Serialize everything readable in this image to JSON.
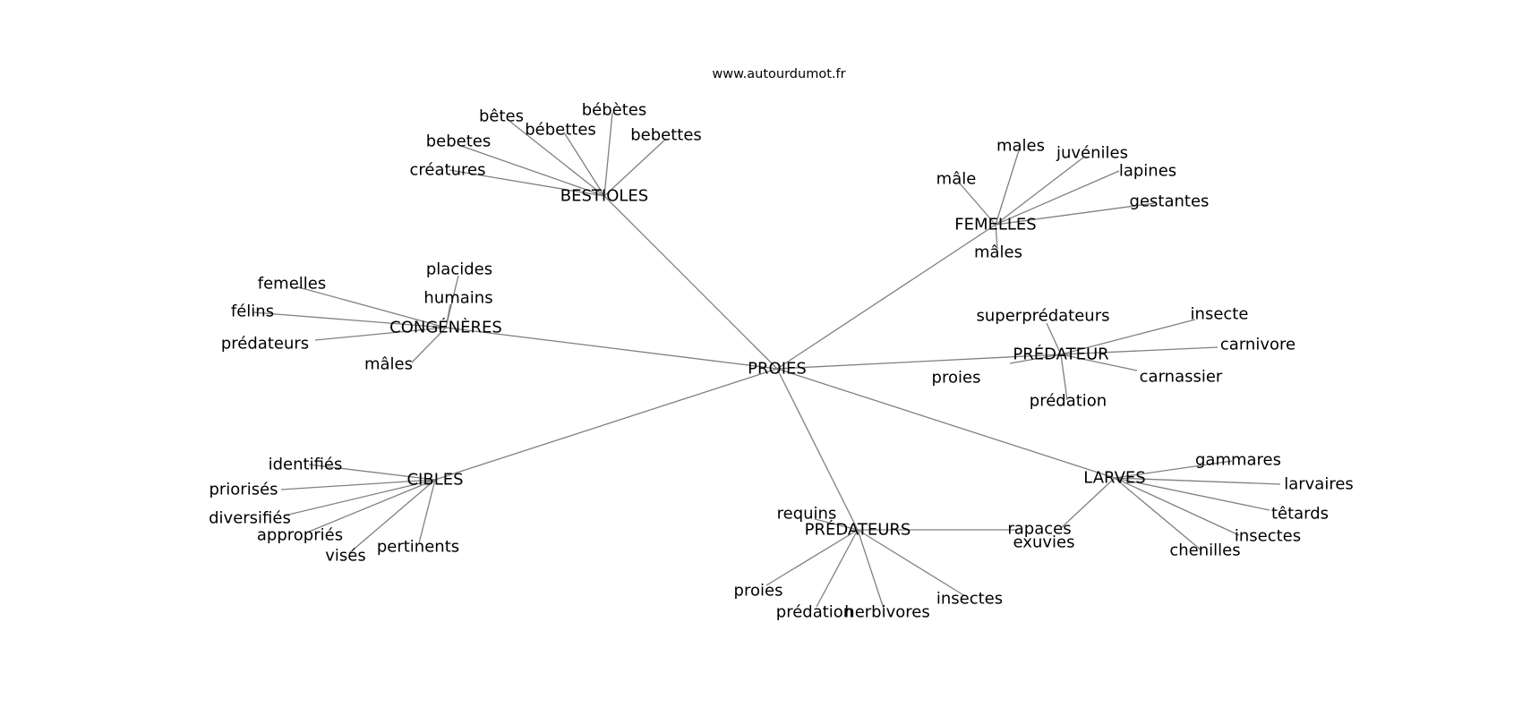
{
  "site": "www.autourdumot.fr",
  "root": "PROIES",
  "clusters": [
    {
      "id": "bestioles",
      "hub": "BESTIOLES",
      "words": [
        "bêtes",
        "bébètes",
        "bébettes",
        "bebettes",
        "bebetes",
        "créatures"
      ]
    },
    {
      "id": "femelles",
      "hub": "FEMELLES",
      "words": [
        "males",
        "juvéniles",
        "lapines",
        "gestantes",
        "mâle",
        "mâles"
      ]
    },
    {
      "id": "congeneres",
      "hub": "CONGÉNÈRES",
      "words": [
        "placides",
        "humains",
        "femelles",
        "félins",
        "prédateurs",
        "mâles"
      ]
    },
    {
      "id": "predateur",
      "hub": "PRÉDATEUR",
      "words": [
        "superprédateurs",
        "insecte",
        "carnivore",
        "carnassier",
        "prédation",
        "proies"
      ]
    },
    {
      "id": "cibles",
      "hub": "CIBLES",
      "words": [
        "identifiés",
        "priorisés",
        "diversifiés",
        "appropriés",
        "visés",
        "pertinents"
      ]
    },
    {
      "id": "larves",
      "hub": "LARVES",
      "words": [
        "gammares",
        "larvaires",
        "têtards",
        "insectes",
        "chenilles",
        "exuvies"
      ]
    },
    {
      "id": "predateurs",
      "hub": "PRÉDATEURS",
      "words": [
        "requins",
        "rapaces",
        "proies",
        "prédation",
        "herbivores",
        "insectes"
      ]
    }
  ]
}
